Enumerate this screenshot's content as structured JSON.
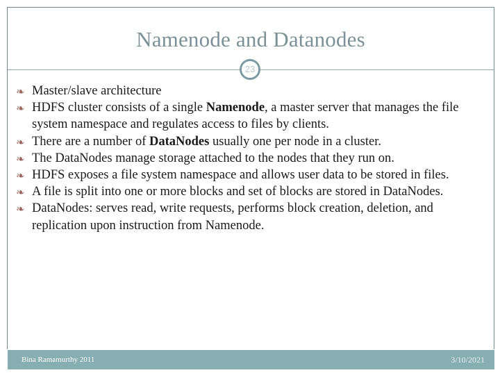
{
  "slide": {
    "title": "Namenode and Datanodes",
    "slide_number": "23",
    "bullet_glyph": "ඹ්‍",
    "colors": {
      "title": "#7c9197",
      "accent_teal": "#7d9ba0",
      "footer_bar": "#87afb1",
      "bullet": "#9e6a60",
      "body_text": "#1a1a1a"
    },
    "bullets": [
      {
        "id": "bullet-1",
        "parts": [
          {
            "text": "Master/slave architecture",
            "bold": false
          }
        ]
      },
      {
        "id": "bullet-2",
        "parts": [
          {
            "text": "HDFS cluster consists of a single ",
            "bold": false
          },
          {
            "text": "Namenode",
            "bold": true
          },
          {
            "text": ", a master server that manages the file system namespace and regulates access to files by clients.",
            "bold": false
          }
        ]
      },
      {
        "id": "bullet-3",
        "parts": [
          {
            "text": "There are a number of ",
            "bold": false
          },
          {
            "text": "DataNodes",
            "bold": true
          },
          {
            "text": " usually one per node in a cluster.",
            "bold": false
          }
        ]
      },
      {
        "id": "bullet-4",
        "parts": [
          {
            "text": "The DataNodes manage storage attached to the nodes that they run on.",
            "bold": false
          }
        ]
      },
      {
        "id": "bullet-5",
        "parts": [
          {
            "text": "HDFS exposes a file system namespace and allows user data to be stored in files.",
            "bold": false
          }
        ]
      },
      {
        "id": "bullet-6",
        "parts": [
          {
            "text": "A file is split into one or more blocks and set of blocks are stored in DataNodes.",
            "bold": false
          }
        ]
      },
      {
        "id": "bullet-7",
        "parts": [
          {
            "text": "DataNodes: serves read, write requests, performs block creation, deletion, and replication upon instruction from Namenode.",
            "bold": false
          }
        ]
      }
    ],
    "footer": {
      "left": "Bina Ramamurthy 2011",
      "right": "3/10/2021"
    }
  }
}
